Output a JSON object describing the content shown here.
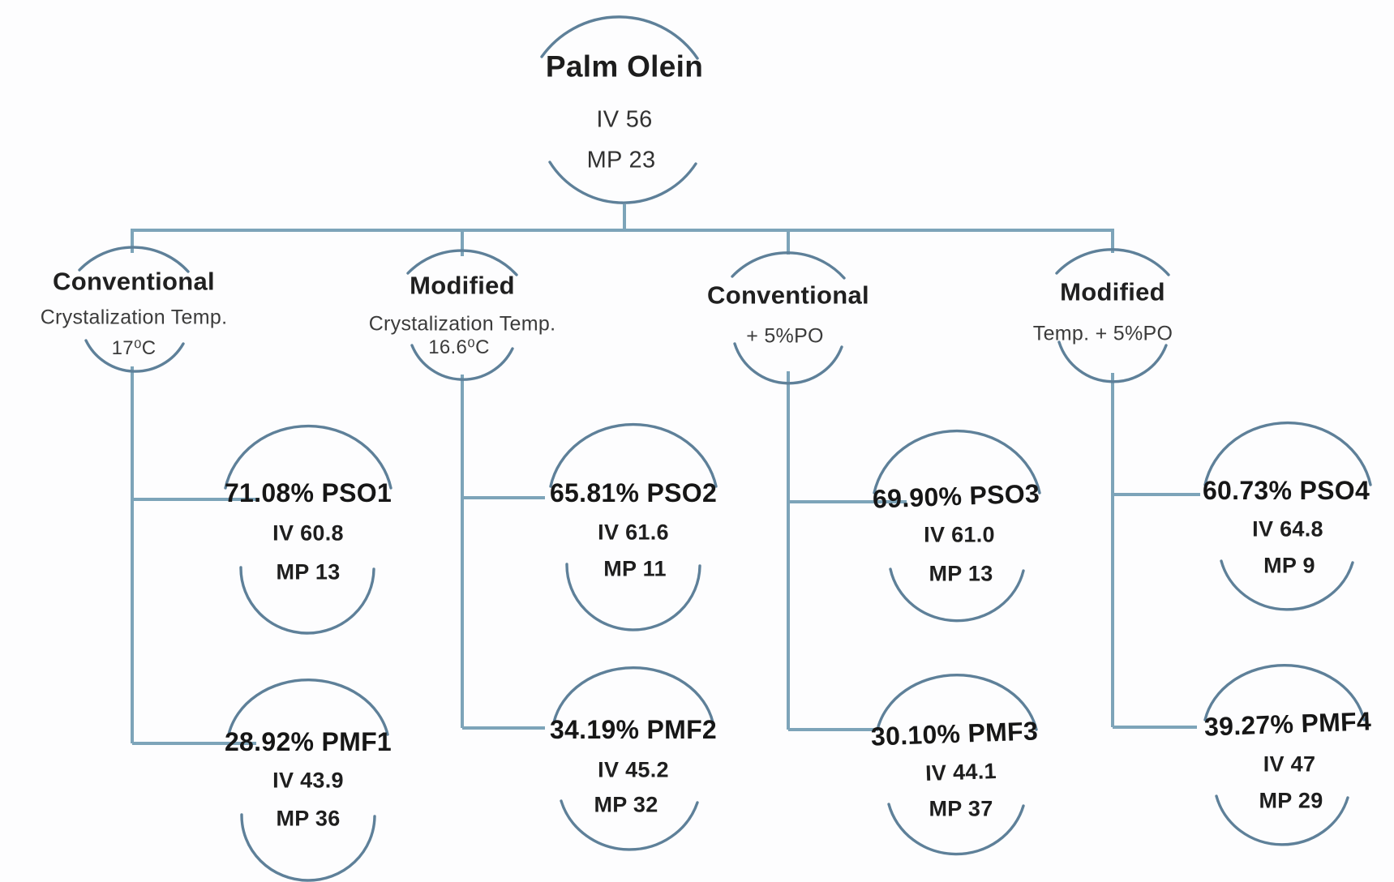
{
  "diagram": {
    "root": {
      "title": "Palm Olein",
      "iv": "IV 56",
      "mp": "MP 23"
    },
    "branches": [
      {
        "title": "Conventional",
        "subtitle": "Crystalization Temp.",
        "temp": "17⁰C",
        "pso": {
          "label": "71.08% PSO1",
          "iv": "IV 60.8",
          "mp": "MP 13"
        },
        "pmf": {
          "label": "28.92% PMF1",
          "iv": "IV 43.9",
          "mp": "MP 36"
        }
      },
      {
        "title": "Modified",
        "subtitle": "Crystalization Temp.",
        "temp": "16.6⁰C",
        "pso": {
          "label": "65.81% PSO2",
          "iv": "IV 61.6",
          "mp": "MP 11"
        },
        "pmf": {
          "label": "34.19% PMF2",
          "iv": "IV 45.2",
          "mp": "MP 32"
        }
      },
      {
        "title": "Conventional",
        "subtitle": "+ 5%PO",
        "pso": {
          "label": "69.90% PSO3",
          "iv": "IV 61.0",
          "mp": "MP 13"
        },
        "pmf": {
          "label": "30.10% PMF3",
          "iv": "IV 44.1",
          "mp": "MP 37"
        }
      },
      {
        "title": "Modified",
        "subtitle": "Temp.  + 5%PO",
        "pso": {
          "label": "60.73% PSO4",
          "iv": "IV 64.8",
          "mp": "MP 9"
        },
        "pmf": {
          "label": "39.27% PMF4",
          "iv": "IV 47",
          "mp": "MP 29"
        }
      }
    ],
    "colors": {
      "arc_stroke": "#5e8099",
      "line_stroke": "#7da4b9",
      "text": "#242424"
    }
  }
}
